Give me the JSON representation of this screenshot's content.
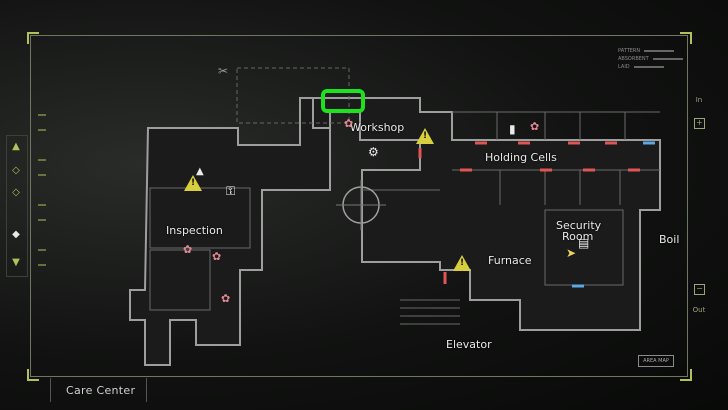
{
  "map": {
    "area_name": "Care Center",
    "rooms": {
      "workshop": "Workshop",
      "holding_cells": "Holding Cells",
      "inspection": "Inspection",
      "security_room_line1": "Security",
      "security_room_line2": "Room",
      "furnace": "Furnace",
      "elevator": "Elevator",
      "boiler": "Boil"
    },
    "area_map_button": "AREA MAP",
    "right_rail": {
      "top_label": "In",
      "bottom_label": "Out",
      "plus": "+",
      "minus": "−"
    },
    "legend": [
      "PATTERN",
      "ABSORBENT",
      "LAID"
    ],
    "colors": {
      "accent": "#b4c05a",
      "highlight": "#1ee21e",
      "warning": "#d8cf3f",
      "door_locked": "#e05555",
      "door_open": "#5aa9e6",
      "herb": "#e48a95"
    }
  }
}
